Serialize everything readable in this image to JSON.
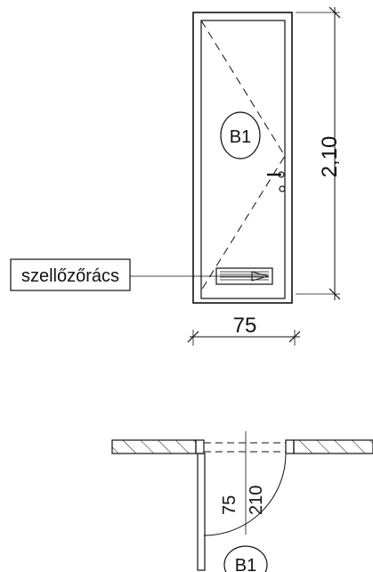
{
  "elevation": {
    "tag_label": "B1",
    "height_dimension": "2,10",
    "width_dimension": "75",
    "callout_label": "szellőzőrács"
  },
  "plan": {
    "tag_label": "B1",
    "width_dimension": "75",
    "height_dimension": "210"
  }
}
